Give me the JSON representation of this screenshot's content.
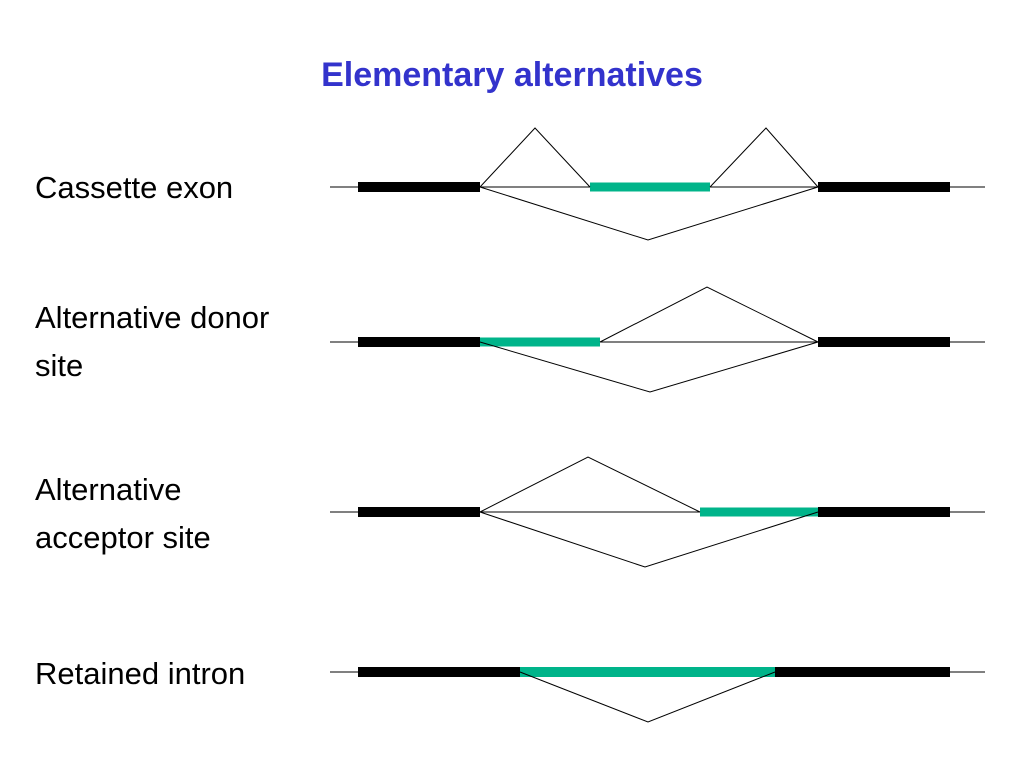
{
  "slide": {
    "title": "Elementary alternatives",
    "title_color": "#3333cc",
    "background_color": "#ffffff"
  },
  "colors": {
    "exon_bar": "#000000",
    "alternative_segment": "#00b48a",
    "splice_line": "#000000"
  },
  "rows": [
    {
      "label": "Cassette exon"
    },
    {
      "label": "Alternative donor site"
    },
    {
      "label": "Alternative acceptor site"
    },
    {
      "label": "Retained intron"
    }
  ]
}
